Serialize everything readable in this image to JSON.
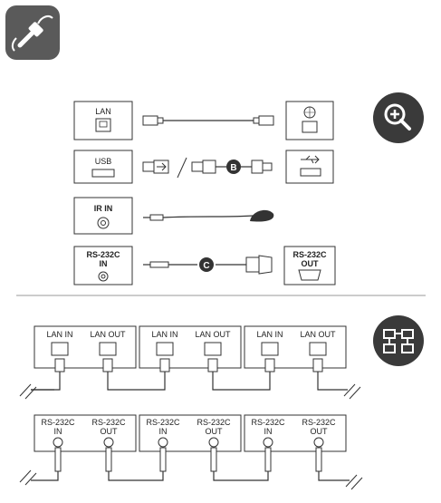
{
  "icons": {
    "cable_badge": "cable-plug-icon",
    "zoom": "zoom-in-icon",
    "daisy_chain": "daisy-chain-icon"
  },
  "colors": {
    "badge_bg": "#5a5a5a",
    "line": "#333333",
    "marker_bg": "#333333"
  },
  "connections": {
    "lan_label": "LAN",
    "usb_label": "USB",
    "ir_in_label": "IR IN",
    "rs232c_in_label_1": "RS-232C",
    "rs232c_in_label_2": "IN",
    "rs232c_out_label_1": "RS-232C",
    "rs232c_out_label_2": "OUT",
    "marker_b": "B",
    "marker_c": "C"
  },
  "chain": {
    "lan_in": "LAN IN",
    "lan_out": "LAN OUT",
    "rs_line1": "RS-232C",
    "rs_in": "IN",
    "rs_out": "OUT"
  }
}
